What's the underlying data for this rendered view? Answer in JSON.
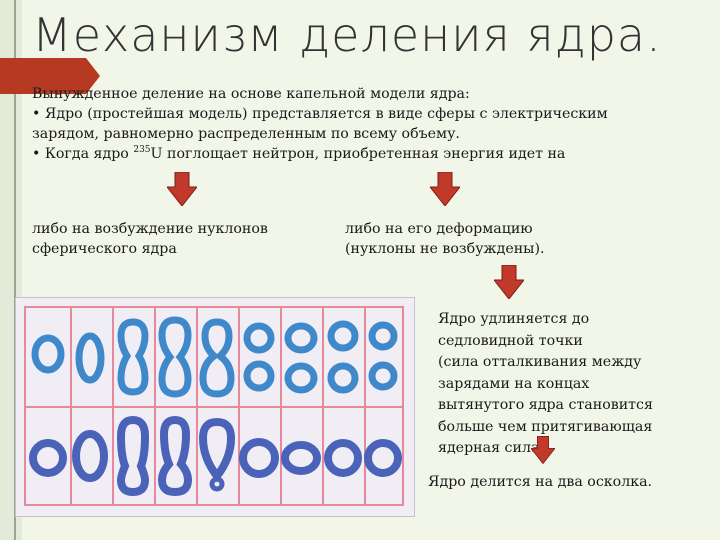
{
  "title": "Механизм деления ядра.",
  "intro": {
    "line1": "Вынужденное деление на основе капельной модели ядра:",
    "line2": "• Ядро (простейшая модель) представляется в виде сферы с электрическим",
    "line3": "зарядом, равномерно распределенным по всему объему.",
    "line4_pre": "• Когда ядро ",
    "isotope_mass": "235",
    "isotope_symbol": "U",
    "line4_post": " поглощает нейтрон, приобретенная энергия идет на"
  },
  "branch_left": {
    "line1": "либо на возбуждение нуклонов",
    "line2": "сферического ядра"
  },
  "branch_right": {
    "line1": "либо на его деформацию",
    "line2": "(нуклоны не возбуждены)."
  },
  "saddle_text": [
    "Ядро удлиняется до",
    "седловидной точки",
    "(сила отталкивания между",
    "зарядами на концах",
    "вытянутого ядра становится",
    "больше чем притягивающая",
    "ядерная сила)."
  ],
  "final_text": "Ядро делится на два осколка.",
  "colors": {
    "arrow": "#c0392b",
    "accent_tab": "#b63a22",
    "grid_lines": "#e58a9a",
    "drop_top": "#3f88c9",
    "drop_bottom": "#4a63b8"
  }
}
